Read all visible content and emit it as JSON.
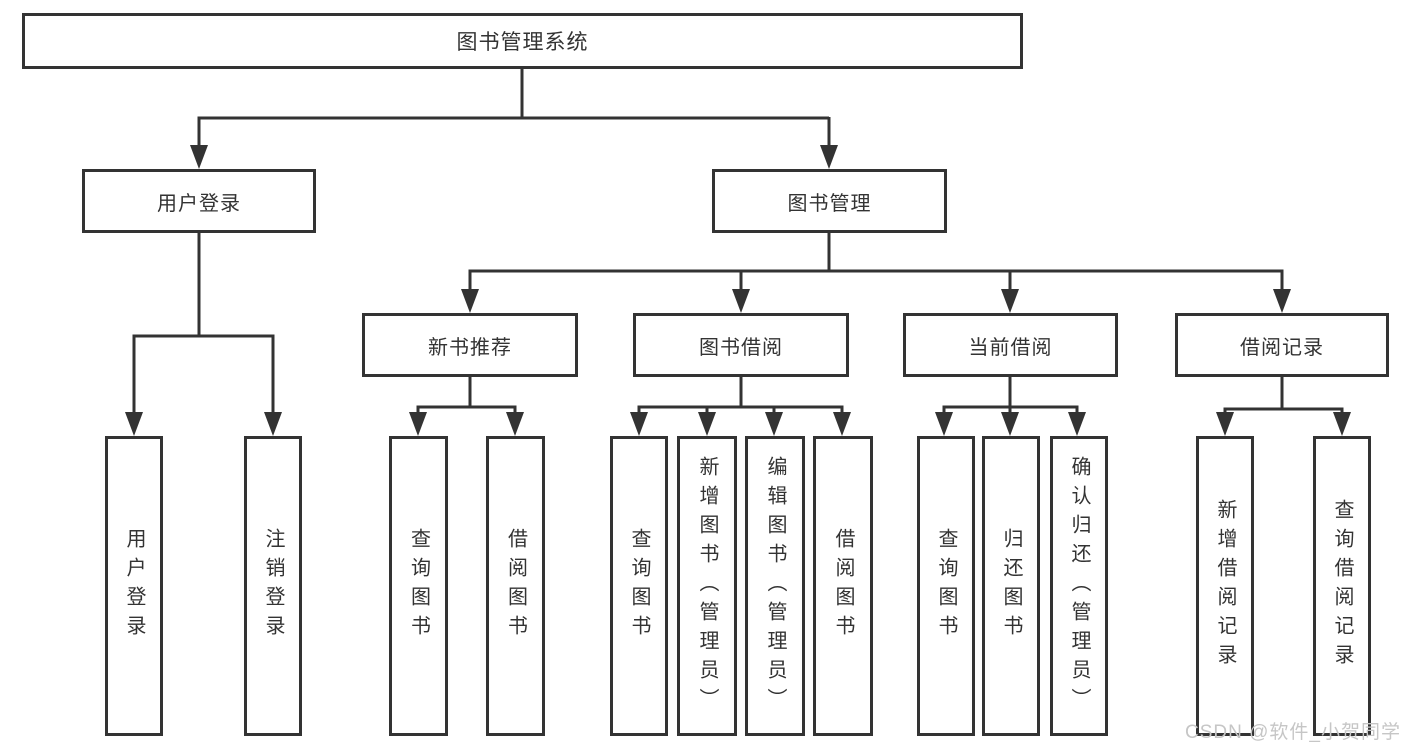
{
  "tree": {
    "label": "图书管理系统",
    "children": [
      {
        "label": "用户登录",
        "children": [
          {
            "label": "用户登录"
          },
          {
            "label": "注销登录"
          }
        ]
      },
      {
        "label": "图书管理",
        "children": [
          {
            "label": "新书推荐",
            "children": [
              {
                "label": "查询图书"
              },
              {
                "label": "借阅图书"
              }
            ]
          },
          {
            "label": "图书借阅",
            "children": [
              {
                "label": "查询图书"
              },
              {
                "label": "新增图书（管理员）"
              },
              {
                "label": "编辑图书（管理员）"
              },
              {
                "label": "借阅图书"
              }
            ]
          },
          {
            "label": "当前借阅",
            "children": [
              {
                "label": "查询图书"
              },
              {
                "label": "归还图书"
              },
              {
                "label": "确认归还（管理员）"
              }
            ]
          },
          {
            "label": "借阅记录",
            "children": [
              {
                "label": "新增借阅记录"
              },
              {
                "label": "查询借阅记录"
              }
            ]
          }
        ]
      }
    ]
  },
  "watermark": {
    "text": "CSDN @软件_小贺同学"
  },
  "colors": {
    "line": "#333333",
    "box_border": "#333333",
    "text": "#333333",
    "watermark": "#c6c6c6",
    "background": "#ffffff"
  }
}
